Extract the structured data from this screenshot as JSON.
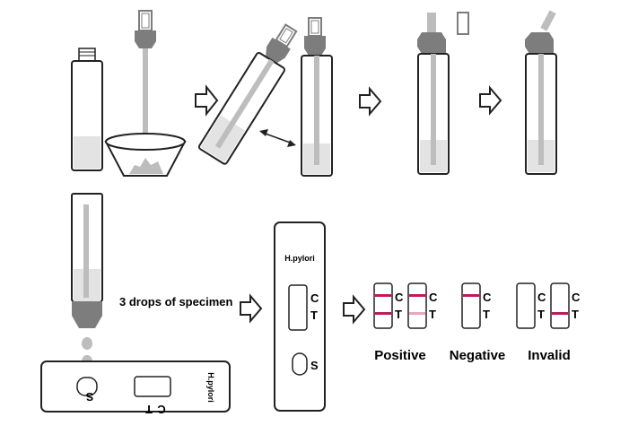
{
  "instruction": "3 drops of specimen",
  "device_name": "H.pylori",
  "markers": {
    "control": "C",
    "test": "T",
    "sample": "S"
  },
  "results": {
    "positive": "Positive",
    "negative": "Negative",
    "invalid": "Invalid"
  },
  "colors": {
    "line": "#c2185b",
    "faint_line": "#e6a7c2",
    "tube_cap": "#7d7d7d",
    "liquid": "#e3e3e3",
    "stick": "#bdbdbd"
  }
}
